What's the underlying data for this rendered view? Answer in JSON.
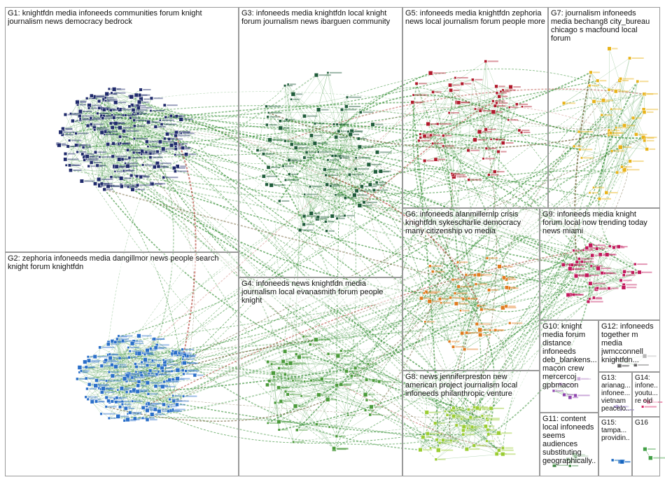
{
  "colors": {
    "edge": "#2e8b2e",
    "edge_dark": "#5a4a1a",
    "edge_red": "#b03a2e",
    "G1": "#1f2a6b",
    "G2": "#2a6fc9",
    "G3": "#1f5c3a",
    "G4": "#4a9a3a",
    "G5": "#b0182a",
    "G6": "#e07a1e",
    "G7": "#e8b31a",
    "G8": "#9acd32",
    "G9": "#c2185b",
    "G10": "#8e44ad",
    "G11": "#2e7d32",
    "G12": "#616161",
    "G13": "#5e35b1",
    "G14": "#d81b60",
    "G15": "#1565c0",
    "G16": "#43a047"
  },
  "groups": [
    {
      "id": "G1",
      "label": "G1: knightfdn media infoneeds communities forum knight journalism news democracy bedrock",
      "nodes": 190
    },
    {
      "id": "G2",
      "label": "G2: zephoria infoneeds media dangillmor news people search knight forum knightfdn",
      "nodes": 170
    },
    {
      "id": "G3",
      "label": "G3: infoneeds media knightfdn local knight forum journalism news ibarguen community",
      "nodes": 90
    },
    {
      "id": "G4",
      "label": "G4: infoneeds news knightfdn media journalism local evanasmith forum people knight",
      "nodes": 60
    },
    {
      "id": "G5",
      "label": "G5: infoneeds media knightfdn zephoria news local journalism forum people more",
      "nodes": 60
    },
    {
      "id": "G6",
      "label": "G6: infoneeds alanmillernlp crisis knightfdn sykescharlie democracy many citizenship vo media",
      "nodes": 45
    },
    {
      "id": "G7",
      "label": "G7: journalism infoneeds media bechang8 city_bureau chicago s macfound local forum",
      "nodes": 45
    },
    {
      "id": "G8",
      "label": "G8: news jenniferpreston new american project journalism local infoneeds philanthropic venture",
      "nodes": 45
    },
    {
      "id": "G9",
      "label": "G9: infoneeds media knight forum local now trending today news miami",
      "nodes": 45
    },
    {
      "id": "G10",
      "label": "G10: knight media forum distance infoneeds deb_blankens... macon crew mercercoj gpbmacon",
      "nodes": 7
    },
    {
      "id": "G11",
      "label": "G11: content local infoneeds seems audiences substituting geographically...",
      "nodes": 6
    },
    {
      "id": "G12",
      "label": "G12: infoneeds together m media jwmcconnell knightfdn...",
      "nodes": 5
    },
    {
      "id": "G13",
      "label": "G13: arianag... infonee... vietnam peacelo...",
      "nodes": 3
    },
    {
      "id": "G14",
      "label": "G14: infone... youtu... re old",
      "nodes": 3
    },
    {
      "id": "G15",
      "label": "G15: tampa... providin...",
      "nodes": 3
    },
    {
      "id": "G16",
      "label": "G16",
      "nodes": 2
    }
  ]
}
